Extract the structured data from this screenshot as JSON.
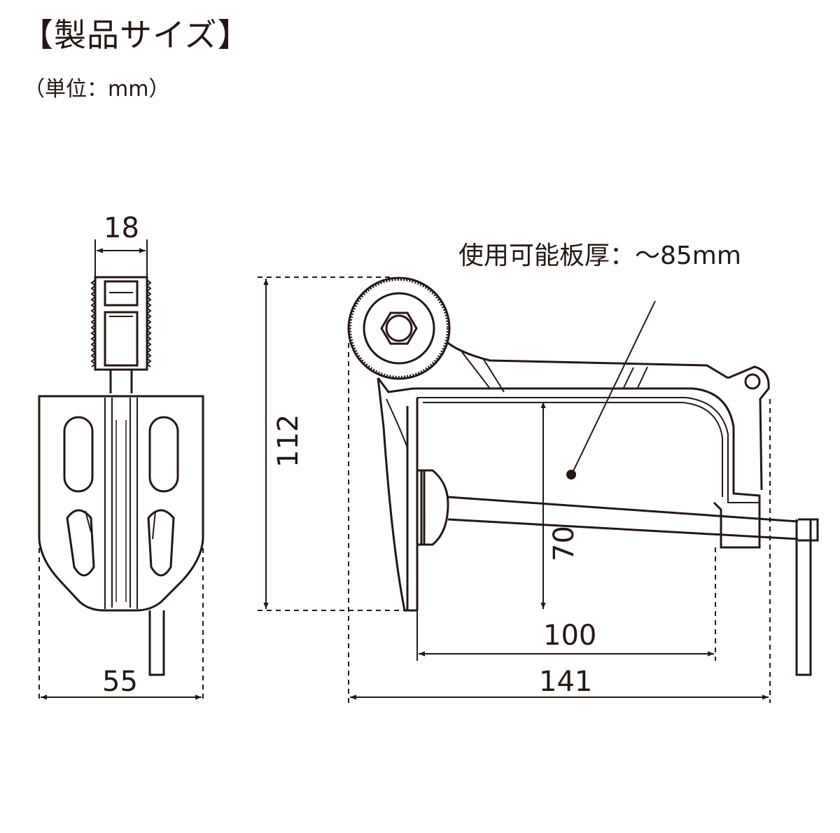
{
  "header": {
    "title": "【製品サイズ】",
    "unit": "（単位：mm）"
  },
  "dimensions": {
    "front_top_width": "18",
    "front_bottom_width": "55",
    "side_height": "112",
    "clamp_opening": "70",
    "clamp_depth": "100",
    "side_total_width": "141"
  },
  "annotation": {
    "usable_thickness": "使用可能板厚：～85mm"
  },
  "colors": {
    "line": "#231815",
    "background": "#ffffff"
  }
}
